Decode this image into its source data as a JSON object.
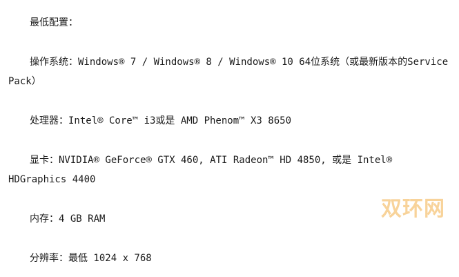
{
  "document": {
    "heading": "最低配置：",
    "os": "操作系统：Windows® 7 / Windows® 8 / Windows® 10 64位系统（或最新版本的Service Pack）",
    "cpu": "处理器：Intel® Core™ i3或是 AMD Phenom™ X3 8650",
    "gpu": "显卡：NVIDIA® GeForce® GTX 460, ATI Radeon™ HD 4850, 或是 Intel® HDGraphics 4400",
    "ram": "内存：4 GB RAM",
    "resolution": "分辨率：最低 1024 x 768"
  },
  "watermark": {
    "text": "双环网",
    "color": "#f5c478"
  }
}
